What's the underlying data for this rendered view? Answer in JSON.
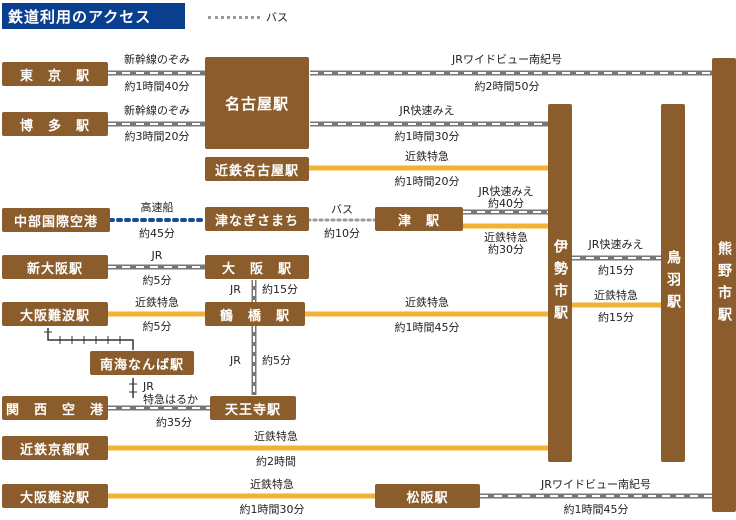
{
  "title": "鉄道利用のアクセス",
  "legend": {
    "bus": "バス"
  },
  "colors": {
    "station": "#8b5d2c",
    "jr": "#777777",
    "kintetsu": "#f2b233",
    "ship": "#1a4b8c",
    "bus": "#999999",
    "title_bg": "#0a3e8f"
  },
  "stations": {
    "tokyo": "東　京　駅",
    "hakata": "博　多　駅",
    "chubu": "中部国際空港",
    "shinosaka": "新大阪駅",
    "osakanamba1": "大阪難波駅",
    "nankainamba": "南海なんば駅",
    "kansai": "関　西　空　港",
    "kintetsukyoto": "近鉄京都駅",
    "osakanamba2": "大阪難波駅",
    "nagoya": "名古屋駅",
    "kintetsunagoya": "近鉄名古屋駅",
    "tsunagisa": "津なぎさまち",
    "osaka": "大　阪　駅",
    "tsuruhashi": "鶴　橋　駅",
    "tennoji": "天王寺駅",
    "tsu": "津　駅",
    "matsusaka": "松阪駅",
    "iseshi": "伊勢市駅",
    "toba": "鳥羽駅",
    "kumanoshi": "熊野市駅"
  },
  "labels": {
    "tokyo_nagoya_line": "新幹線のぞみ",
    "tokyo_nagoya_time": "約1時間40分",
    "hakata_nagoya_line": "新幹線のぞみ",
    "hakata_nagoya_time": "約3時間20分",
    "nagoya_kumano_line": "JRワイドビュー南紀号",
    "nagoya_kumano_time": "約2時間50分",
    "nagoya_ise_line": "JR快速みえ",
    "nagoya_ise_time": "約1時間30分",
    "kintetsunagoya_ise_line": "近鉄特急",
    "kintetsunagoya_ise_time": "約1時間20分",
    "chubu_tsunagisa_line": "高速船",
    "chubu_tsunagisa_time": "約45分",
    "tsunagisa_tsu_line": "バス",
    "tsunagisa_tsu_time": "約10分",
    "tsu_ise_jr_line": "JR快速みえ",
    "tsu_ise_jr_time": "約40分",
    "tsu_ise_kt_line": "近鉄特急",
    "tsu_ise_kt_time": "約30分",
    "ise_toba_jr_line": "JR快速みえ",
    "ise_toba_jr_time": "約15分",
    "ise_toba_kt_line": "近鉄特急",
    "ise_toba_kt_time": "約15分",
    "shinosaka_osaka_line": "JR",
    "shinosaka_osaka_time": "約5分",
    "osaka_tsuruhashi_line": "JR",
    "osaka_tsuruhashi_time": "約15分",
    "namba_tsuruhashi_line": "近鉄特急",
    "namba_tsuruhashi_time": "約5分",
    "tsuruhashi_ise_line": "近鉄特急",
    "tsuruhashi_ise_time": "約1時間45分",
    "tsuruhashi_tennoji_line": "JR",
    "tsuruhashi_tennoji_time": "約5分",
    "kansai_tennoji_line1": "JR",
    "kansai_tennoji_line2": "特急はるか",
    "kansai_tennoji_time": "約35分",
    "kyoto_ise_line": "近鉄特急",
    "kyoto_ise_time": "約2時間",
    "namba_matsusaka_line": "近鉄特急",
    "namba_matsusaka_time": "約1時間30分",
    "matsusaka_kumano_line": "JRワイドビュー南紀号",
    "matsusaka_kumano_time": "約1時間45分"
  }
}
